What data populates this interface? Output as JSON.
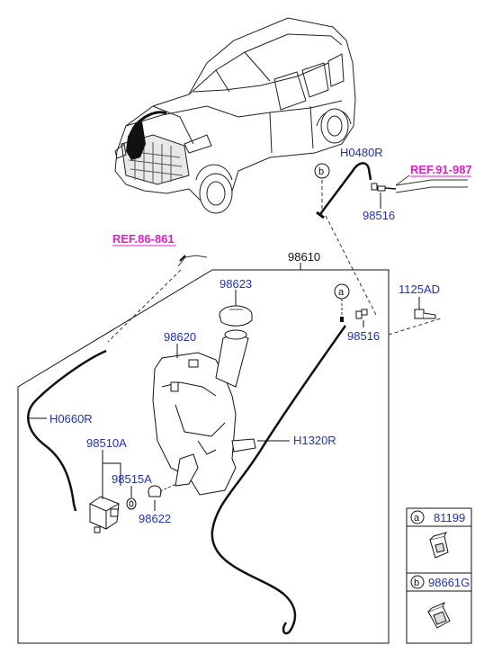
{
  "colors": {
    "part_label": "#1f2fc4",
    "ref_label": "#e01fc8",
    "line": "#000000"
  },
  "labels": {
    "h0480r": "H0480R",
    "ref_91_987": "REF.91-987",
    "p98516_top": "98516",
    "ref_86_861": "REF.86-861",
    "p98610": "98610",
    "p98623": "98623",
    "p1125ad": "1125AD",
    "p98516_mid": "98516",
    "p98620": "98620",
    "h0660r": "H0660R",
    "p98510a": "98510A",
    "h1320r": "H1320R",
    "p98515a": "98515A",
    "p98622": "98622",
    "callout_a": "a",
    "callout_b": "b"
  },
  "legend": [
    {
      "letter": "a",
      "part": "81199",
      "icon": "clip-icon"
    },
    {
      "letter": "b",
      "part": "98661G",
      "icon": "clip-icon"
    }
  ]
}
